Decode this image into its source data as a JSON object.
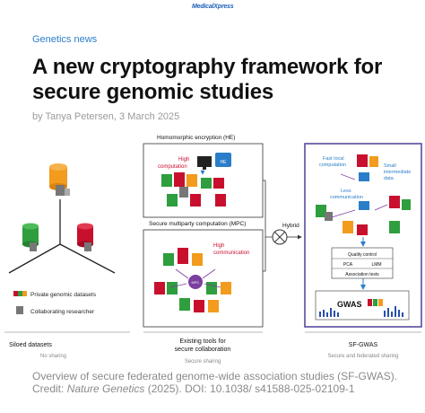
{
  "logo": {
    "brand": "MedicalXpress"
  },
  "article": {
    "section": "Genetics news",
    "title": "A new cryptography framework for secure genomic studies",
    "byline": "by Tanya Petersen, 3 March 2025"
  },
  "figure": {
    "he_label": "Homomorphic encryption (HE)",
    "he_high": "High",
    "he_computation": "computation",
    "he_badge": "HE",
    "mpc_label": "Secure multiparty computation (MPC)",
    "mpc_high": "High",
    "mpc_communication": "communication",
    "mpc_badge": "MPC",
    "hybrid": "Hybrid",
    "legend_private": "Private genomic datasets",
    "legend_researcher": "Collaborating researcher",
    "siloed_title": "Siloed datasets",
    "siloed_sub": "No sharing",
    "existing_title_1": "Existing tools for",
    "existing_title_2": "secure collaboration",
    "existing_sub": "Secure sharing",
    "sfgwas_title": "SF-GWAS",
    "sfgwas_sub": "Secure and federated sharing",
    "fast_local_1": "Fast local",
    "fast_local_2": "computation",
    "small_1": "Small",
    "small_2": "intermediate",
    "small_3": "data",
    "less_1": "Less",
    "less_2": "communication",
    "qc": "Quality control",
    "pca": "PCA",
    "lmm": "LMM",
    "assoc": "Association tests",
    "gwas": "GWAS"
  },
  "caption": {
    "part1": "Overview of secure federated genome-wide association studies (SF-GWAS). Credit: ",
    "journal": "Nature Genetics",
    "part2": " (2025). DOI: 10.1038/ s41588-025-02109-1"
  },
  "colors": {
    "accent_blue": "#2a7ec9",
    "dataset_red": "#c8102e",
    "dataset_green": "#2e9e3e",
    "dataset_orange": "#f29b1d",
    "sfgwas_border": "#5a4a9c",
    "high_text": "#c8102e"
  }
}
